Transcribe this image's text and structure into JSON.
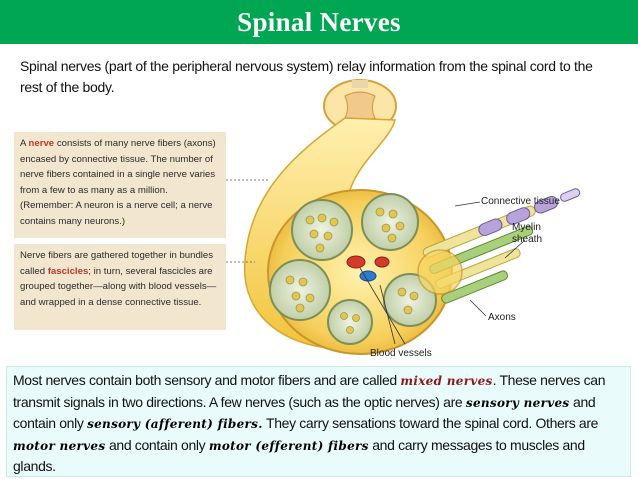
{
  "title": "Spinal Nerves",
  "intro": "Spinal nerves (part of the peripheral nervous system) relay information from the spinal cord to the rest of the body.",
  "box1": {
    "prefix": "A ",
    "keyword": "nerve",
    "text": " consists of many nerve fibers (axons) encased by connective tissue. The number of nerve fibers contained in a single nerve varies from a few to as many as a million. (Remember: A neuron is a nerve cell; a nerve contains many neurons.)"
  },
  "box2": {
    "prefix": "Nerve fibers are gathered together in bundles called ",
    "keyword": "fascicles",
    "text": "; in turn, several fascicles are grouped together—along with blood vessels—and wrapped in a dense connective tissue."
  },
  "labels": {
    "connective_tissue": "Connective tissue",
    "myelin_sheath": "Myelin sheath",
    "axons": "Axons",
    "blood_vessels": "Blood vessels"
  },
  "bottom": {
    "t1": "Most nerves contain both sensory and motor fibers and are called ",
    "mixed": "mixed nerves",
    "t2": ". These nerves can transmit signals in two directions. A few nerves (such as the optic nerves) are ",
    "sensory": "sensory nerves",
    "t3": " and contain only ",
    "afferent": "sensory (afferent) fibers.",
    "t4": " They carry sensations toward the spinal cord. Others are ",
    "motor": "motor nerves",
    "t5": " and contain only ",
    "efferent": "motor (efferent) fibers",
    "t6": " and carry messages to muscles and glands."
  },
  "colors": {
    "title_bg": "#00a651",
    "sidebox_bg": "#f2e6cf",
    "bottom_bg": "#e9fbfb",
    "nerve_yellow": "#f4c430",
    "emphasis": "#8b1a1a"
  }
}
